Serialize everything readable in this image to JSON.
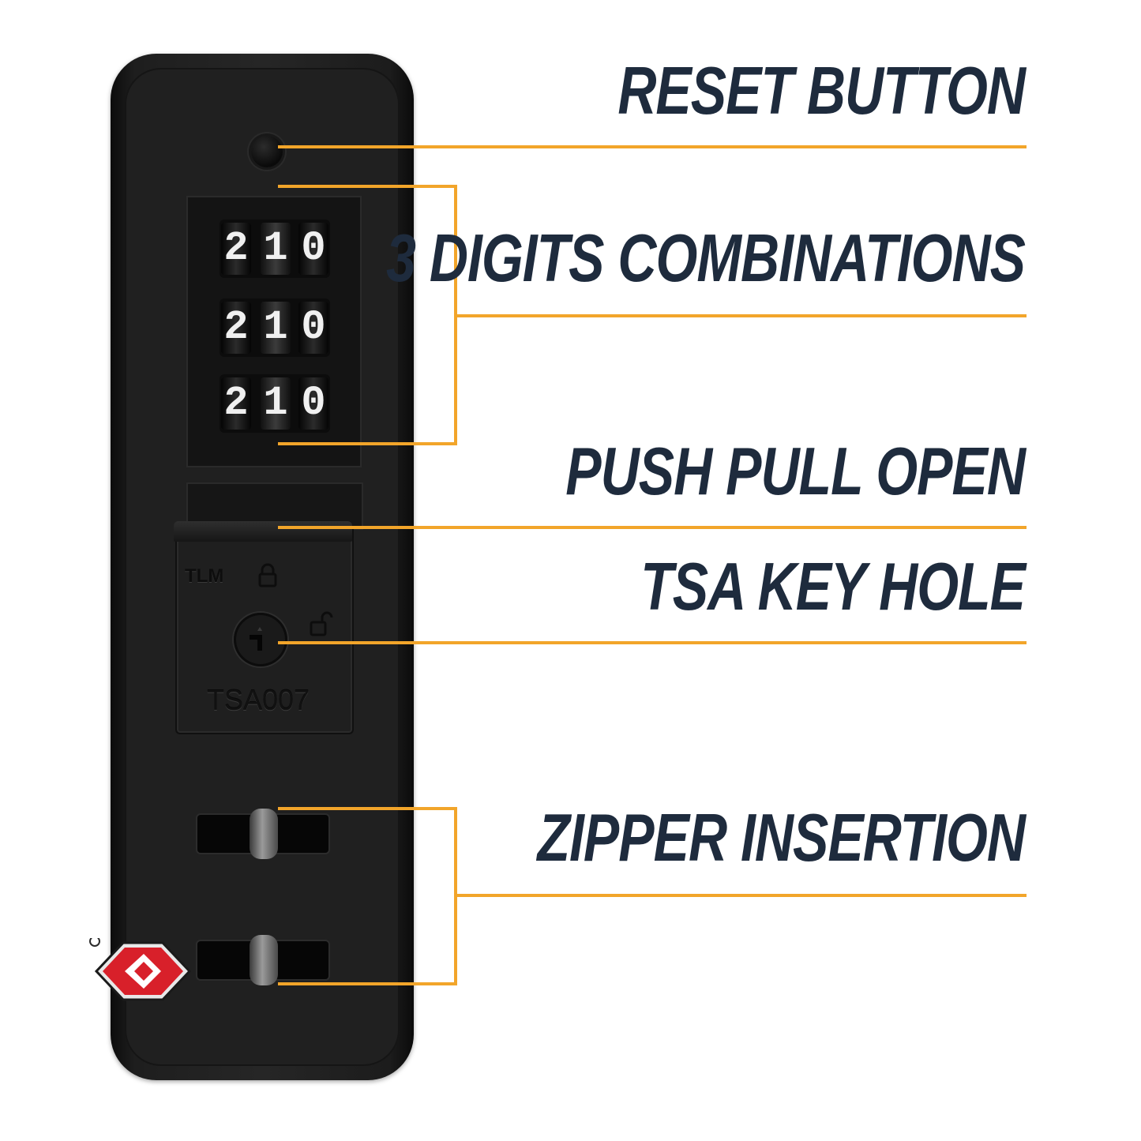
{
  "callouts": {
    "reset_button": "RESET BUTTON",
    "digits_combinations": "3 DIGITS COMBINATIONS",
    "push_pull_open": "PUSH PULL OPEN",
    "tsa_key_hole": "TSA KEY HOLE",
    "zipper_insertion": "ZIPPER INSERTION"
  },
  "lock": {
    "dials": [
      {
        "left": "2",
        "mid": "1",
        "right": "0"
      },
      {
        "left": "2",
        "mid": "1",
        "right": "0"
      },
      {
        "left": "2",
        "mid": "1",
        "right": "0"
      }
    ],
    "brand": "TLM",
    "model": "TSA007"
  },
  "colors": {
    "label": "#1e2b3d",
    "leader": "#f2a52a",
    "lock_body": "#202020",
    "tsa_red": "#d8202a"
  },
  "icons": [
    "lock-closed-icon",
    "lock-open-icon",
    "key-slot-icon",
    "tsa-diamond-logo"
  ]
}
